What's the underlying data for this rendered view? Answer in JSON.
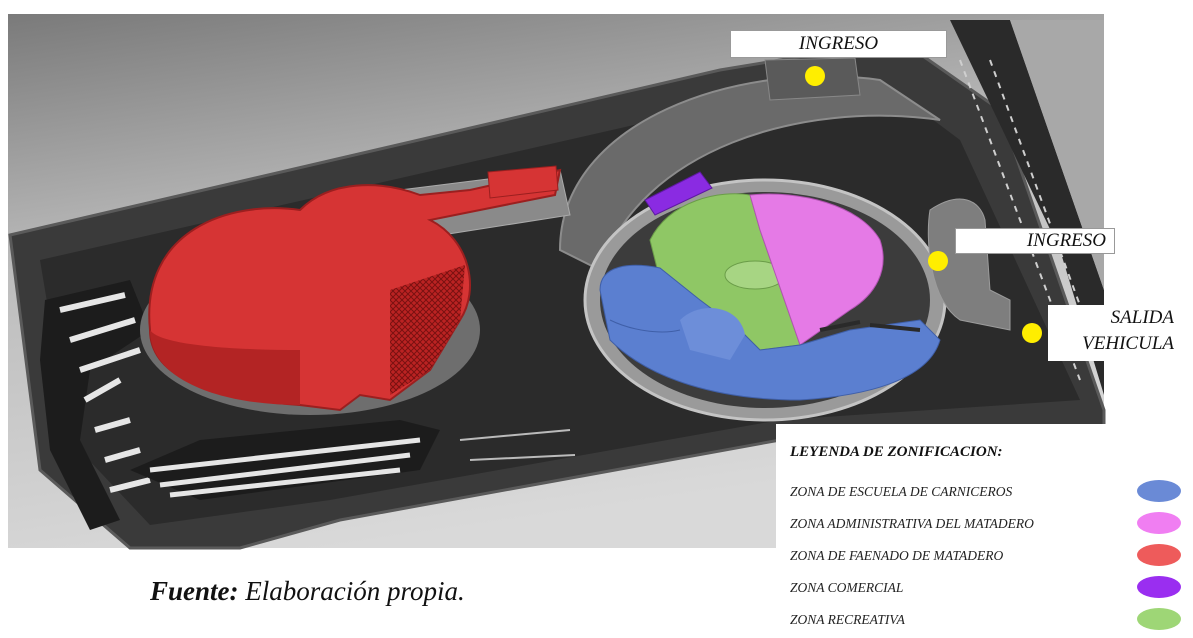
{
  "labels": {
    "ingreso_top": "INGRESO",
    "ingreso_right": "INGRESO",
    "salida_line1": "SALIDA",
    "salida_line2": "VEHICULA"
  },
  "legend": {
    "title": "LEYENDA DE ZONIFICACION:",
    "items": [
      {
        "label": "ZONA DE ESCUELA DE CARNICEROS",
        "color": "#6a8ad6"
      },
      {
        "label": "ZONA ADMINISTRATIVA DEL MATADERO",
        "color": "#f07ef2"
      },
      {
        "label": "ZONA DE FAENADO DE MATADERO",
        "color": "#ee5b5b"
      },
      {
        "label": "ZONA COMERCIAL",
        "color": "#9a2ef0"
      },
      {
        "label": "ZONA RECREATIVA",
        "color": "#9ed676"
      }
    ]
  },
  "caption": {
    "bold": "Fuente:",
    "text": " Elaboración propia."
  },
  "colors": {
    "escuela": "#5b7fd0",
    "administrativa": "#e57ae6",
    "faenado": "#d63434",
    "comercial": "#8a2be2",
    "recreativa": "#8fc765",
    "marker": "#ffee00"
  }
}
